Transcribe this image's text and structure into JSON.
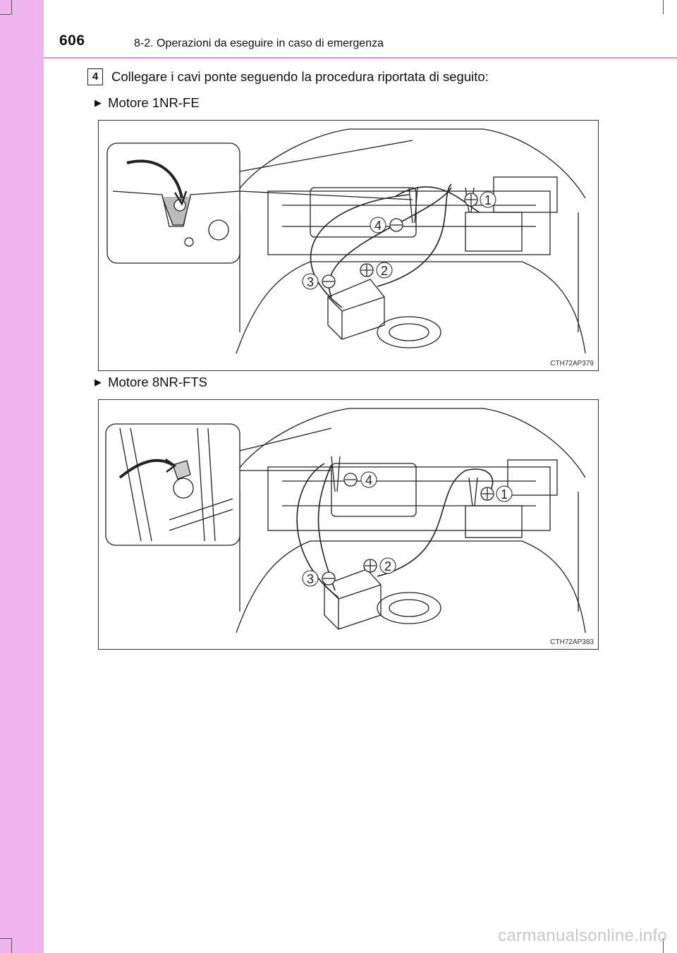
{
  "header": {
    "page_number": "606",
    "section_title": "8-2. Operazioni da eseguire in caso di emergenza"
  },
  "step": {
    "number": "4",
    "text": "Collegare i cavi ponte seguendo la procedura riportata di seguito:"
  },
  "figures": [
    {
      "heading": "Motore 1NR-FE",
      "code": "CTH72AP379",
      "labels": [
        "1",
        "2",
        "3",
        "4"
      ]
    },
    {
      "heading": "Motore 8NR-FTS",
      "code": "CTH72AP383",
      "labels": [
        "1",
        "2",
        "3",
        "4"
      ]
    }
  ],
  "watermark": "carmanualsonline.info",
  "colors": {
    "sidebar": "#efb3ef",
    "header_rule": "#d78fd7"
  }
}
